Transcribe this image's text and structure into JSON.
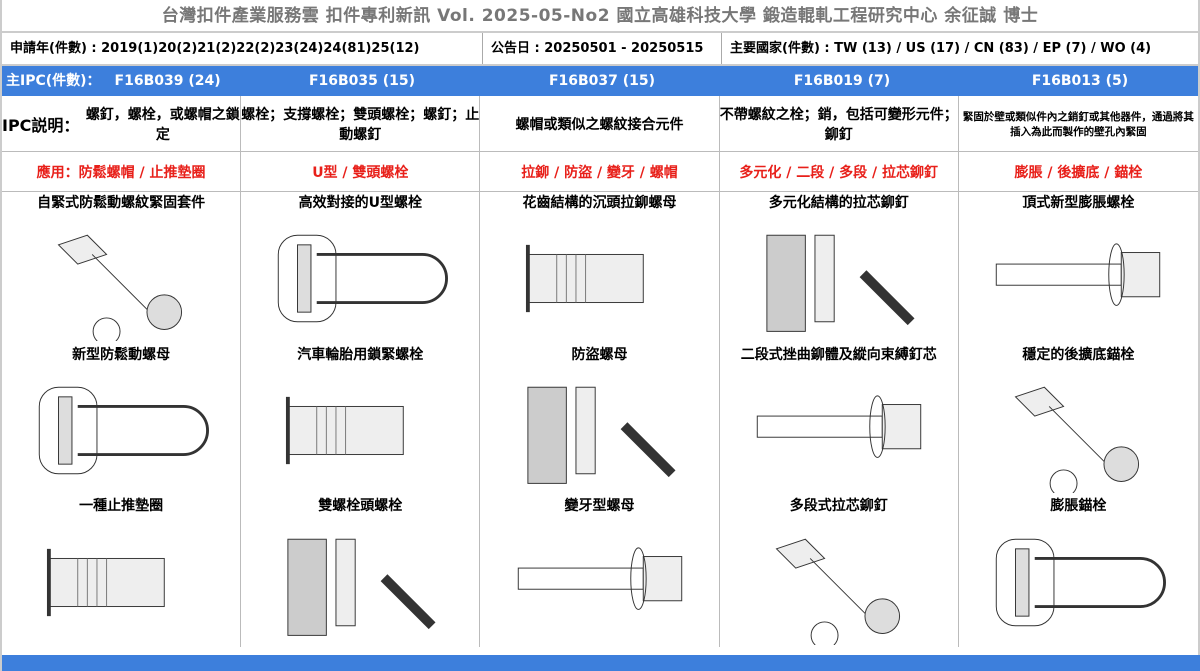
{
  "header": {
    "title": "台灣扣件產業服務雲  扣件專利新訊  Vol. 2025-05-No2  國立高雄科技大學  鍛造輥軋工程研究中心   余征誠 博士"
  },
  "info": {
    "years": "申請年(件數) : 2019(1)20(2)21(2)22(2)23(24)24(81)25(12)",
    "date": "公告日 : 20250501 - 20250515",
    "countries": "主要國家(件數) : TW (13) / US (17) / CN (83) / EP (7) / WO (4)"
  },
  "ipc_label": "主IPC(件數)：",
  "ipc_desc_label": "IPC説明：",
  "app_label": "應用：",
  "columns": [
    {
      "ipc": "F16B039 (24)",
      "desc": "螺釘，螺栓，或螺帽之鎖定",
      "app": "防鬆螺帽 / 止推墊圈",
      "patents": [
        "自緊式防鬆動螺紋緊固套件",
        "新型防鬆動螺母",
        "一種止推墊圈"
      ]
    },
    {
      "ipc": "F16B035 (15)",
      "desc": "螺栓；支撐螺栓；雙頭螺栓；螺釘；止動螺釘",
      "app": "U型 / 雙頭螺栓",
      "patents": [
        "高效對接的U型螺栓",
        "汽車輪胎用鎖緊螺栓",
        "雙螺栓頭螺栓"
      ]
    },
    {
      "ipc": "F16B037 (15)",
      "desc": "螺帽或類似之螺紋接合元件",
      "app": "拉鉚 / 防盜 / 變牙 / 螺帽",
      "patents": [
        "花齒結構的沉頭拉鉚螺母",
        "防盜螺母",
        "變牙型螺母"
      ]
    },
    {
      "ipc": "F16B019 (7)",
      "desc": "不帶螺紋之栓；銷，包括可變形元件；鉚釘",
      "app": "多元化 / 二段 / 多段 / 拉芯鉚釘",
      "patents": [
        "多元化結構的拉芯鉚釘",
        "二段式挫曲鉚體及縱向束縛釘芯",
        "多段式拉芯鉚釘"
      ]
    },
    {
      "ipc": "F16B013 (5)",
      "desc": "緊固於壁或類似件內之銷釘或其他器件，通過將其插入為此而製作的壁孔內緊固",
      "app": "膨脹 / 後擴底 / 錨栓",
      "patents": [
        "頂式新型膨脹螺栓",
        "穩定的後擴底錨栓",
        "膨脹錨栓"
      ]
    }
  ],
  "colors": {
    "accent": "#3d7fdc",
    "app_red": "#e8201a",
    "title_gray": "#777777"
  }
}
